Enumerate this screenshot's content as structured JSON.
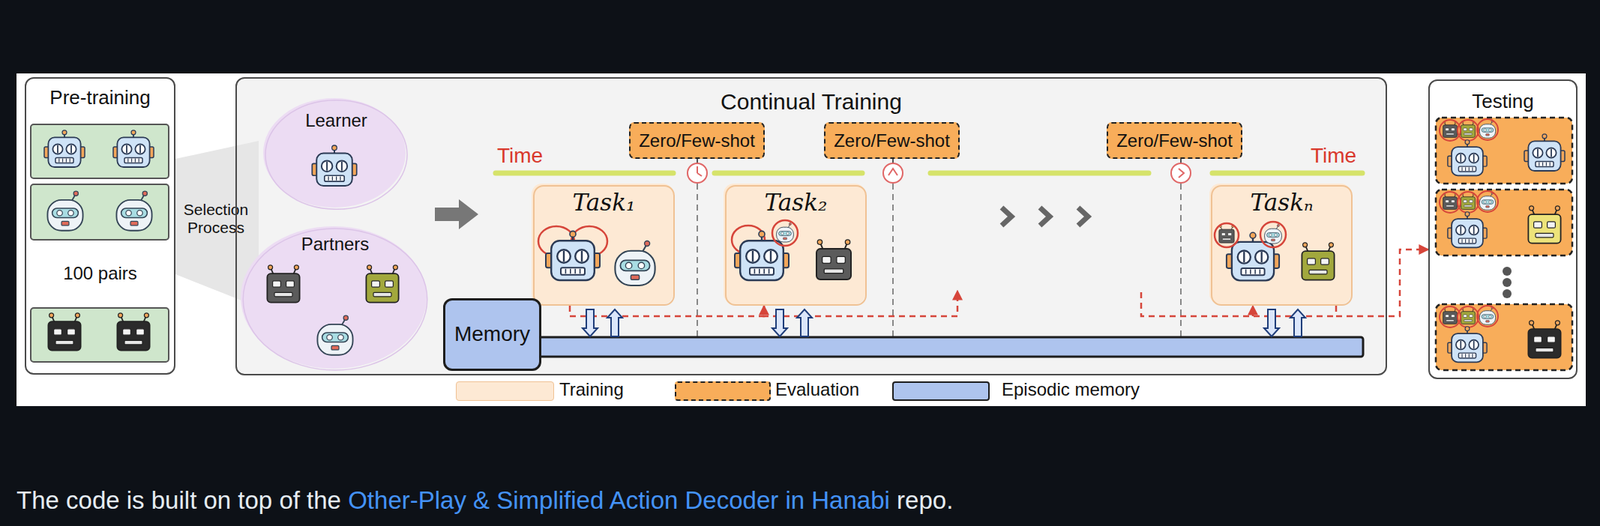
{
  "diagram": {
    "nodes": [
      {
        "text": [
          "Pre-training",
          "100 pairs"
        ]
      },
      {
        "text": [
          "Selection Process"
        ]
      },
      {
        "text": [
          "Continual Training"
        ]
      },
      {
        "text": [
          "Learner"
        ],
        "in": 2
      },
      {
        "text": [
          "Partners"
        ],
        "in": 2
      },
      {
        "text": [
          "Zero/Few-shot"
        ],
        "in": 2
      },
      {
        "text": [
          "Zero/Few-shot"
        ],
        "in": 2
      },
      {
        "text": [
          "Zero/Few-shot"
        ],
        "in": 2
      },
      {
        "text": [
          "Task₁"
        ],
        "in": 2
      },
      {
        "text": [
          "Task₂"
        ],
        "in": 2
      },
      {
        "text": [
          "Taskₙ"
        ],
        "in": 2
      },
      {
        "text": [
          "Memory"
        ],
        "in": 2
      },
      {
        "text": [
          "Testing"
        ]
      }
    ],
    "edges": [
      {
        "from": 8,
        "to": 9,
        "arrow": "to"
      },
      {
        "from": 10,
        "to": 12,
        "arrow": "to"
      },
      {
        "from": 8,
        "to": 11,
        "arrow": "both"
      },
      {
        "from": 9,
        "to": 11,
        "arrow": "both"
      },
      {
        "from": 10,
        "to": 11,
        "arrow": "both"
      }
    ],
    "labels": [
      "Time",
      "Time",
      "The code is built on top of the",
      "Other-Play & Simplified Action Decoder in Hanabi",
      "repo."
    ],
    "legend": [
      {
        "text": "Training",
        "color": "#fde9d4"
      },
      {
        "text": "Evaluation",
        "color": "#f8ad5a"
      },
      {
        "text": "Episodic memory",
        "color": "#aec4ee"
      }
    ]
  }
}
